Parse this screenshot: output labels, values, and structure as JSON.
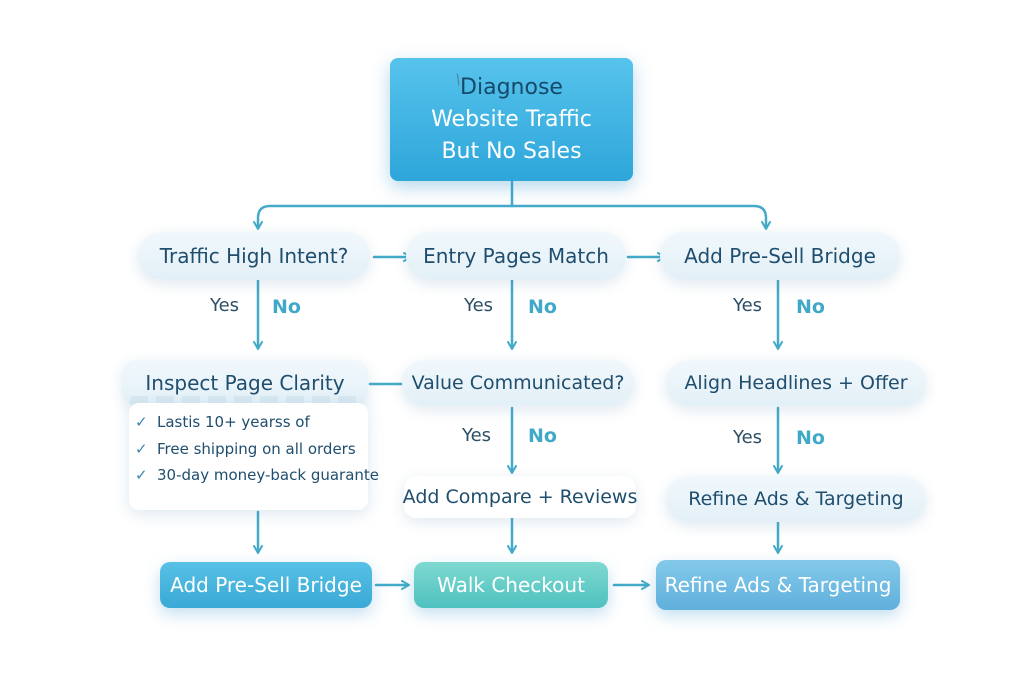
{
  "root": {
    "line1": "Diagnose",
    "line2": "Website Traffic",
    "line3": "But No Sales"
  },
  "level1": [
    {
      "label": "Traffic High Intent?"
    },
    {
      "label": "Entry Pages Match"
    },
    {
      "label": "Add Pre-Sell Bridge"
    }
  ],
  "level2": [
    {
      "label": "Inspect Page Clarity"
    },
    {
      "label": "Value Communicated?"
    },
    {
      "label": "Align Headlines + Offer"
    }
  ],
  "level3": [
    {
      "label": "Add Compare + Reviews"
    },
    {
      "label": "Refine Ads & Targeting"
    }
  ],
  "checklist": [
    "Lastis 10+ yearss of",
    "Free shipping on all orders",
    "30-day money-back guarante"
  ],
  "branch": {
    "yes": "Yes",
    "no": "No"
  },
  "bottom": [
    {
      "label": "Add Pre-Sell Bridge"
    },
    {
      "label": "Walk Checkout"
    },
    {
      "label": "Refine Ads & Targeting"
    }
  ],
  "colors": {
    "arrow": "#43abc8",
    "root": "#3fb2e2",
    "node": "#e8f3f9",
    "no_label": "#3fa9c7"
  },
  "icons": {
    "check": "check-icon",
    "arrow": "arrow-right-icon"
  }
}
